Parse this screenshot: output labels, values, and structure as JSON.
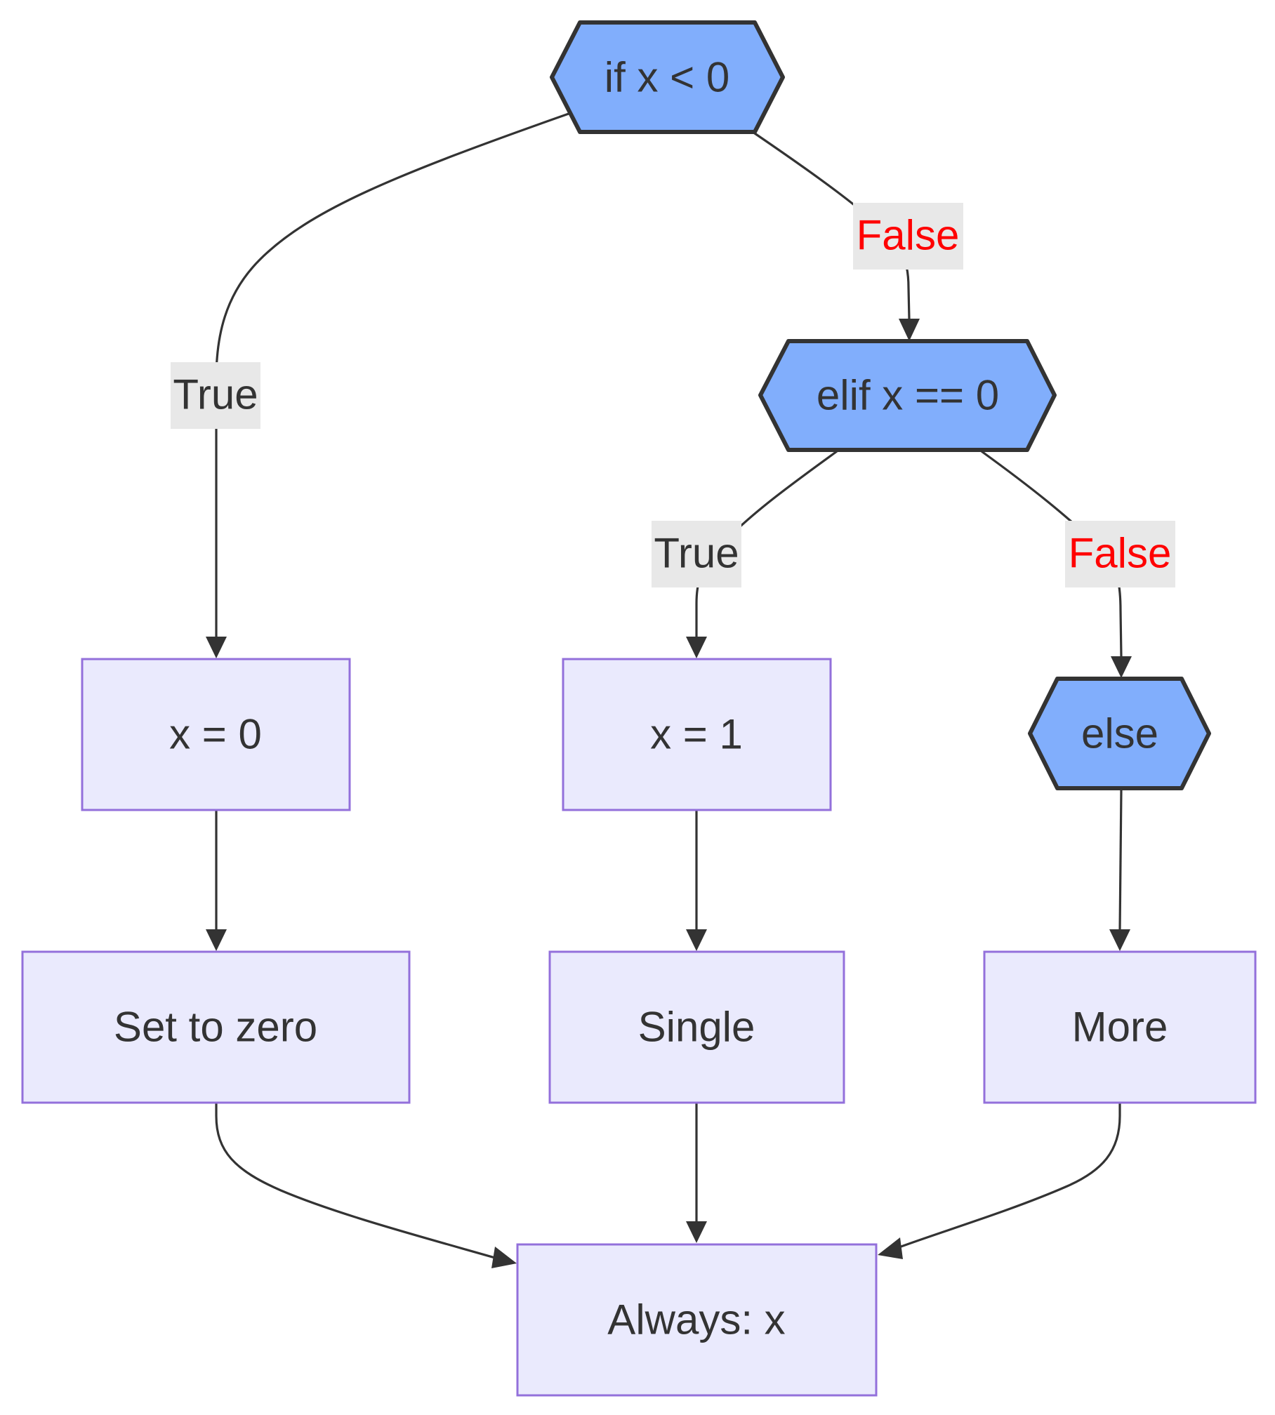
{
  "diagram": {
    "colors": {
      "decision_fill": "#81aefc",
      "decision_stroke": "#333333",
      "process_fill": "#eaeafd",
      "process_stroke": "#9370db",
      "edge_stroke": "#333333",
      "edge_label_bg": "#e8e8e8",
      "true_label_color": "#333333",
      "false_label_color": "#ff0000"
    },
    "nodes": {
      "if_x_lt_0": "if x < 0",
      "elif_x_eq_0": "elif x == 0",
      "else": "else",
      "x_eq_0": "x = 0",
      "x_eq_1": "x = 1",
      "set_to_zero": "Set to zero",
      "single": "Single",
      "more": "More",
      "always_x": "Always: x"
    },
    "edge_labels": {
      "if_true": "True",
      "if_false": "False",
      "elif_true": "True",
      "elif_false": "False"
    }
  }
}
